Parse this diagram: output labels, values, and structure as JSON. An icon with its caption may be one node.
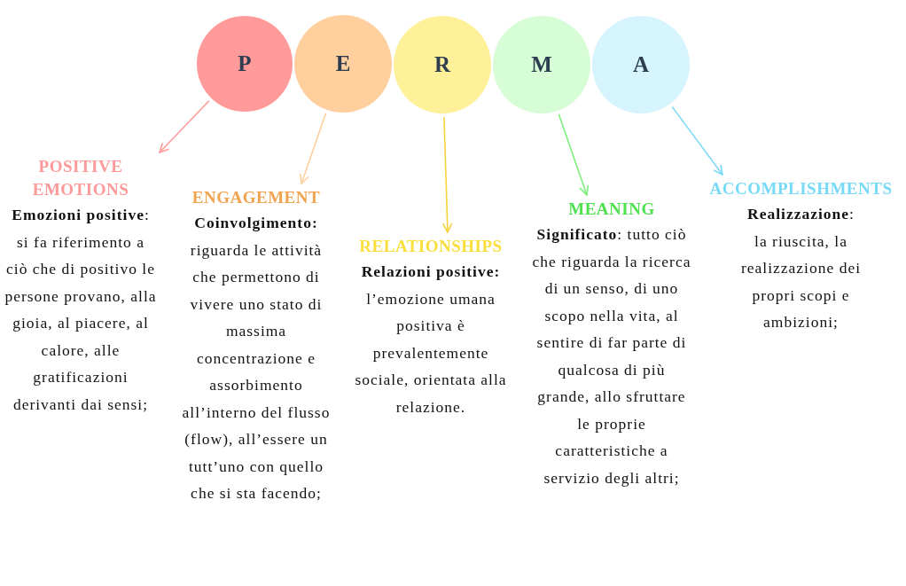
{
  "diagram": {
    "nodes": [
      {
        "text": [
          "P"
        ]
      },
      {
        "text": [
          "E"
        ]
      },
      {
        "text": [
          "R"
        ]
      },
      {
        "text": [
          "M"
        ]
      },
      {
        "text": [
          "A"
        ]
      },
      {
        "text": [
          "POSITIVE EMOTIONS",
          "**Emozioni positive**: si fa riferimento a ciò che di positivo le persone provano, alla gioia, al piacere, al calore, alle gratificazioni derivanti dai sensi;"
        ]
      },
      {
        "text": [
          "ENGAGEMENT",
          "**Coinvolgimento:** riguarda le attività che permettono di vivere uno stato di massima concentrazione e assorbimento all’interno del flusso (flow), all’essere un tutt’uno con quello che si sta facendo;"
        ]
      },
      {
        "text": [
          "RELATIONSHIPS",
          "**Relazioni positive:** l’emozione umana positiva è prevalentemente sociale, orientata alla relazione."
        ]
      },
      {
        "text": [
          "MEANING",
          "**Significato**: tutto ciò che riguarda la ricerca di un senso, di uno scopo nella vita, al sentire di far parte di qualcosa di più grande, allo sfruttare le proprie caratteristiche a servizio degli altri;"
        ]
      },
      {
        "text": [
          "ACCOMPLISHMENTS",
          "**Realizzazione**: la riuscita, la realizzazione dei propri scopi e ambizioni;"
        ]
      }
    ],
    "edges": [
      {
        "from": 0,
        "to": 5,
        "arrow": "to",
        "color": "#ff9a9a"
      },
      {
        "from": 1,
        "to": 6,
        "arrow": "to",
        "color": "#ffcf9e"
      },
      {
        "from": 2,
        "to": 7,
        "arrow": "to",
        "color": "#f5d43c"
      },
      {
        "from": 3,
        "to": 8,
        "arrow": "to",
        "color": "#7cf07c"
      },
      {
        "from": 4,
        "to": 9,
        "arrow": "to",
        "color": "#7fd8f5"
      }
    ]
  }
}
